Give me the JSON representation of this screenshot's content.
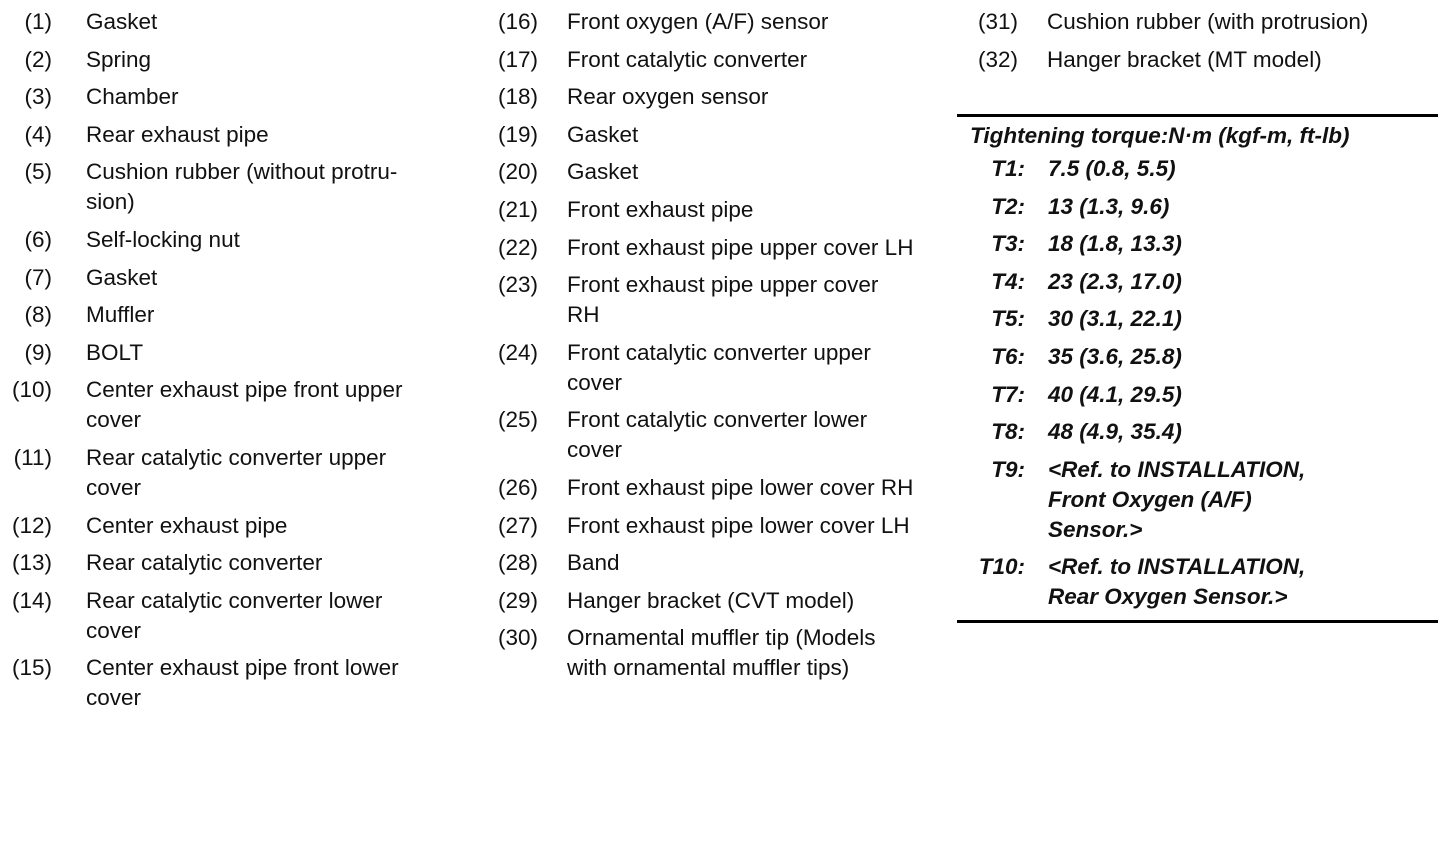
{
  "parts": {
    "col1": [
      {
        "num": "(1)",
        "desc": "Gasket"
      },
      {
        "num": "(2)",
        "desc": "Spring"
      },
      {
        "num": "(3)",
        "desc": "Chamber"
      },
      {
        "num": "(4)",
        "desc": "Rear exhaust pipe"
      },
      {
        "num": "(5)",
        "desc": "Cushion rubber (without protru-\nsion)"
      },
      {
        "num": "(6)",
        "desc": "Self-locking nut"
      },
      {
        "num": "(7)",
        "desc": "Gasket"
      },
      {
        "num": "(8)",
        "desc": "Muffler"
      },
      {
        "num": "(9)",
        "desc": "BOLT"
      },
      {
        "num": "(10)",
        "desc": "Center exhaust pipe front upper\ncover"
      },
      {
        "num": "(11)",
        "desc": "Rear catalytic converter upper\ncover"
      },
      {
        "num": "(12)",
        "desc": "Center exhaust pipe"
      },
      {
        "num": "(13)",
        "desc": "Rear catalytic converter"
      },
      {
        "num": "(14)",
        "desc": "Rear catalytic converter lower\ncover"
      },
      {
        "num": "(15)",
        "desc": "Center exhaust pipe front lower\ncover"
      }
    ],
    "col2": [
      {
        "num": "(16)",
        "desc": "Front oxygen (A/F) sensor"
      },
      {
        "num": "(17)",
        "desc": "Front catalytic converter"
      },
      {
        "num": "(18)",
        "desc": "Rear oxygen sensor"
      },
      {
        "num": "(19)",
        "desc": "Gasket"
      },
      {
        "num": "(20)",
        "desc": "Gasket"
      },
      {
        "num": "(21)",
        "desc": "Front exhaust pipe"
      },
      {
        "num": "(22)",
        "desc": "Front exhaust pipe upper cover LH"
      },
      {
        "num": "(23)",
        "desc": "Front exhaust pipe upper cover\nRH"
      },
      {
        "num": "(24)",
        "desc": "Front catalytic converter upper\ncover"
      },
      {
        "num": "(25)",
        "desc": "Front catalytic converter lower\ncover"
      },
      {
        "num": "(26)",
        "desc": "Front exhaust pipe lower cover RH"
      },
      {
        "num": "(27)",
        "desc": "Front exhaust pipe lower cover LH"
      },
      {
        "num": "(28)",
        "desc": "Band"
      },
      {
        "num": "(29)",
        "desc": "Hanger bracket (CVT model)"
      },
      {
        "num": "(30)",
        "desc": "Ornamental muffler tip (Models\nwith ornamental muffler tips)"
      }
    ],
    "col3": [
      {
        "num": "(31)",
        "desc": "Cushion rubber (with protrusion)"
      },
      {
        "num": "(32)",
        "desc": "Hanger bracket (MT model)"
      }
    ]
  },
  "torque": {
    "title": "Tightening torque:N·m (kgf-m, ft-lb)",
    "items": [
      {
        "key": "T1:",
        "value": "7.5 (0.8, 5.5)"
      },
      {
        "key": "T2:",
        "value": "13 (1.3, 9.6)"
      },
      {
        "key": "T3:",
        "value": "18 (1.8, 13.3)"
      },
      {
        "key": "T4:",
        "value": "23 (2.3, 17.0)"
      },
      {
        "key": "T5:",
        "value": "30 (3.1, 22.1)"
      },
      {
        "key": "T6:",
        "value": "35 (3.6, 25.8)"
      },
      {
        "key": "T7:",
        "value": "40 (4.1, 29.5)"
      },
      {
        "key": "T8:",
        "value": "48 (4.9, 35.4)"
      },
      {
        "key": "T9:",
        "value": "<Ref. to INSTALLATION,\nFront Oxygen (A/F)\nSensor.>"
      },
      {
        "key": "T10:",
        "value": "<Ref. to INSTALLATION,\nRear Oxygen Sensor.>"
      }
    ]
  }
}
